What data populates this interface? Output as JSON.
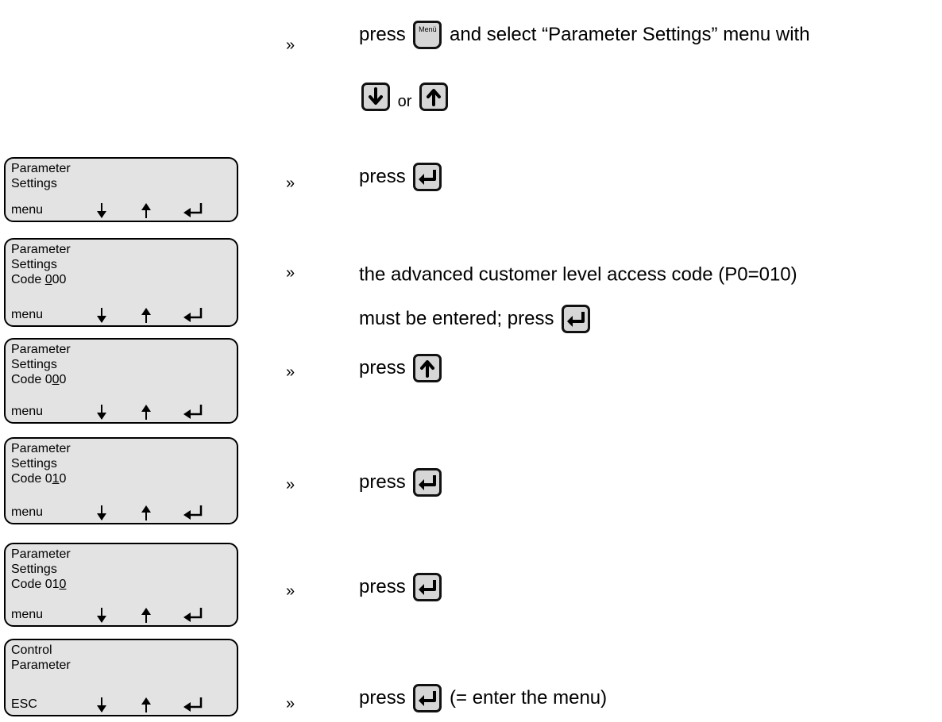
{
  "steps": [
    {
      "pre": "press",
      "post": "and select “Parameter Settings” menu with",
      "or": "or"
    },
    {
      "pre": "press"
    },
    {
      "line1": "the advanced customer level access code (P0=010)",
      "line2": "must be entered; press"
    },
    {
      "pre": "press"
    },
    {
      "pre": "press"
    },
    {
      "pre": "press"
    },
    {
      "pre": "press",
      "post": "(= enter the menu)"
    }
  ],
  "bullet": "»",
  "keys": {
    "menu_label": "Menü"
  },
  "lcds": [
    {
      "line1": "Parameter",
      "line2": "Settings",
      "bottom": "menu"
    },
    {
      "line1": "Parameter",
      "line2": "Settings",
      "code_pre": "Code ",
      "code_u": "0",
      "code_post": "00",
      "bottom": "menu"
    },
    {
      "line1": "Parameter",
      "line2": "Settings",
      "code_pre": "Code 0",
      "code_u": "0",
      "code_post": "0",
      "bottom": "menu"
    },
    {
      "line1": "Parameter",
      "line2": "Settings",
      "code_pre": "Code 0",
      "code_u": "1",
      "code_post": "0",
      "bottom": "menu"
    },
    {
      "line1": "Parameter",
      "line2": "Settings",
      "code_pre": "Code 01",
      "code_u": "0",
      "code_post": "",
      "bottom": "menu"
    },
    {
      "line1": "Control",
      "line2": "Parameter",
      "bottom": "ESC"
    }
  ]
}
